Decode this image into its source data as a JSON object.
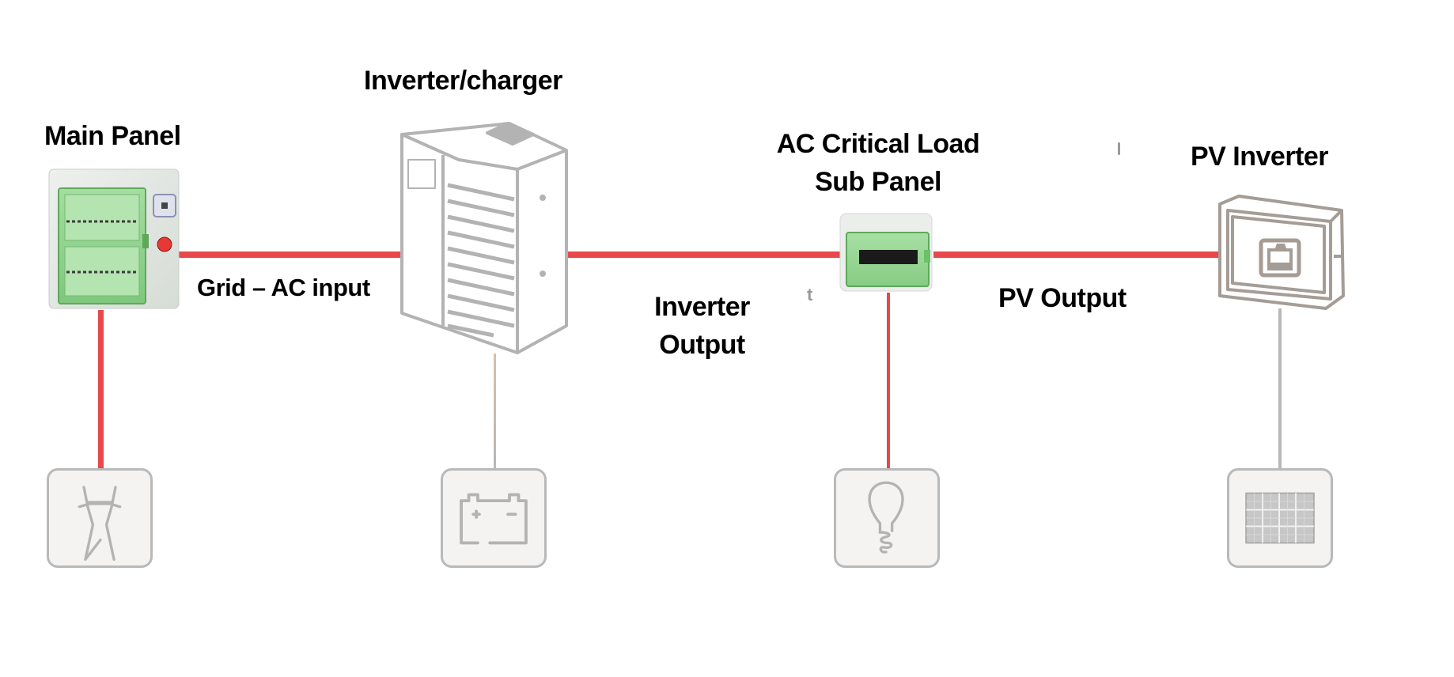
{
  "diagram": {
    "title": "Grid-tied AC-coupled backup power system",
    "nodes": {
      "main_panel": {
        "label": "Main Panel"
      },
      "inverter_charger": {
        "label": "Inverter/charger"
      },
      "sub_panel": {
        "label_line1": "AC Critical Load",
        "label_line2": "Sub Panel"
      },
      "pv_inverter": {
        "label": "PV Inverter"
      }
    },
    "connections": {
      "grid_ac_input": {
        "label": "Grid – AC input",
        "from": "Main Panel",
        "to": "Inverter/charger",
        "color": "#e8474b"
      },
      "inverter_output": {
        "label_line1": "Inverter",
        "label_line2": "Output",
        "from": "Inverter/charger",
        "to": "AC Critical Load Sub Panel",
        "color": "#e8474b"
      },
      "pv_output": {
        "label": "PV Output",
        "from": "PV Inverter",
        "to": "AC Critical Load Sub Panel",
        "color": "#e8474b"
      }
    },
    "endpoints": [
      {
        "icon": "utility-pylon-icon",
        "attached_to": "Main Panel",
        "wire_color": "#e8474b"
      },
      {
        "icon": "battery-icon",
        "attached_to": "Inverter/charger",
        "wire_color": "#b8b8b8"
      },
      {
        "icon": "light-bulb-icon",
        "attached_to": "AC Critical Load Sub Panel",
        "wire_color": "#e8474b"
      },
      {
        "icon": "solar-panel-icon",
        "attached_to": "PV Inverter",
        "wire_color": "#b8b8b8"
      }
    ],
    "artifacts": {
      "stray_t": "t"
    },
    "colors": {
      "ac_wire": "#e8474b",
      "dc_wire": "#b8b8b8",
      "icon_stroke": "#b9b9b9",
      "icon_fill": "#f4f3f2",
      "panel_green": "#8fd48c"
    }
  }
}
